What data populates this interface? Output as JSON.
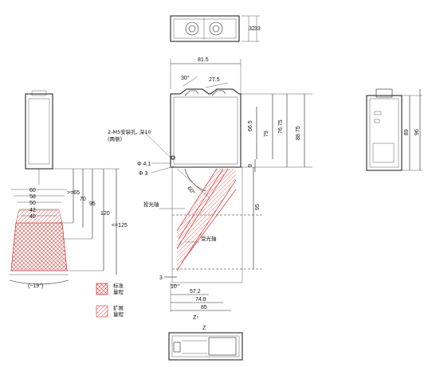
{
  "top_view": {
    "dims": [
      "32",
      "33"
    ]
  },
  "front_view": {
    "width_dim": "81.5",
    "angle_30": "30°",
    "dim_27_5": "27.5",
    "dim_66_5": "66.5",
    "dim_79": "79",
    "dim_76_75": "76.75",
    "dim_88_75": "88.75",
    "dim_9": "9",
    "dim_95": "95",
    "dim_phi41": "Φ 4.1",
    "dim_phi3": "Φ 3",
    "angle_60": "60°",
    "mount_note_1": "2-M5安装孔, 深10",
    "mount_note_2": "(两侧)",
    "emit_axis": "投光轴",
    "recv_axis": "受光轴",
    "dim_3": "3",
    "dim_10": "10",
    "dim_57_2": "57.2",
    "dim_74_8": "74.8",
    "dim_85": "85",
    "z_arrow": "Z↑",
    "z_label": "Z"
  },
  "side_view": {
    "dim_89": "89",
    "dim_96": "96"
  },
  "range_view": {
    "widths": [
      "60",
      "58",
      "50",
      "42",
      "40"
    ],
    "dim_ge65": ">=65",
    "dim_70": "70",
    "dim_95": "95",
    "dim_120": "120",
    "dim_le125": "<=125",
    "spread_angle": "(~19°)"
  },
  "legend": {
    "standard_1": "标准",
    "standard_2": "量程",
    "extended_1": "扩展",
    "extended_2": "量程",
    "standard_color": "#d94040",
    "extended_color": "#e88080"
  }
}
